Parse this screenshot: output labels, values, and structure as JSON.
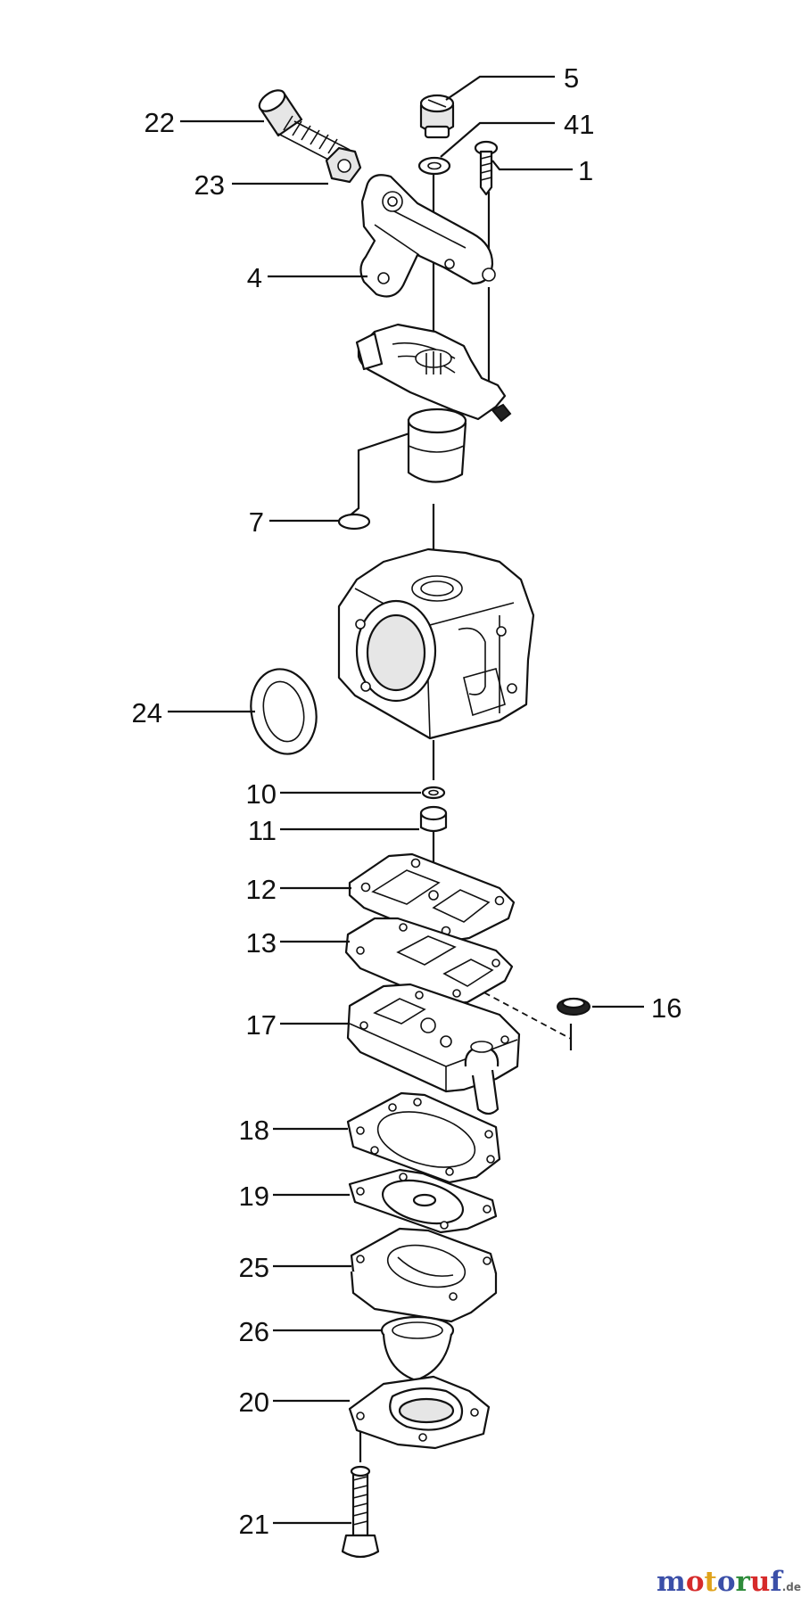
{
  "diagram": {
    "callouts": {
      "c1": "1",
      "c4": "4",
      "c5": "5",
      "c7": "7",
      "c10": "10",
      "c11": "11",
      "c12": "12",
      "c13": "13",
      "c16": "16",
      "c17": "17",
      "c18": "18",
      "c19": "19",
      "c20": "20",
      "c21": "21",
      "c22": "22",
      "c23": "23",
      "c24": "24",
      "c25": "25",
      "c26": "26",
      "c41": "41"
    }
  },
  "watermark": {
    "parts": [
      {
        "text": "m",
        "color": "#3b4fa8"
      },
      {
        "text": "o",
        "color": "#d62a2a"
      },
      {
        "text": "t",
        "color": "#e0a21b"
      },
      {
        "text": "o",
        "color": "#3b4fa8"
      },
      {
        "text": "r",
        "color": "#2e8b3a"
      },
      {
        "text": "u",
        "color": "#d62a2a"
      },
      {
        "text": "f",
        "color": "#3b4fa8"
      }
    ],
    "suffix": ".de"
  }
}
